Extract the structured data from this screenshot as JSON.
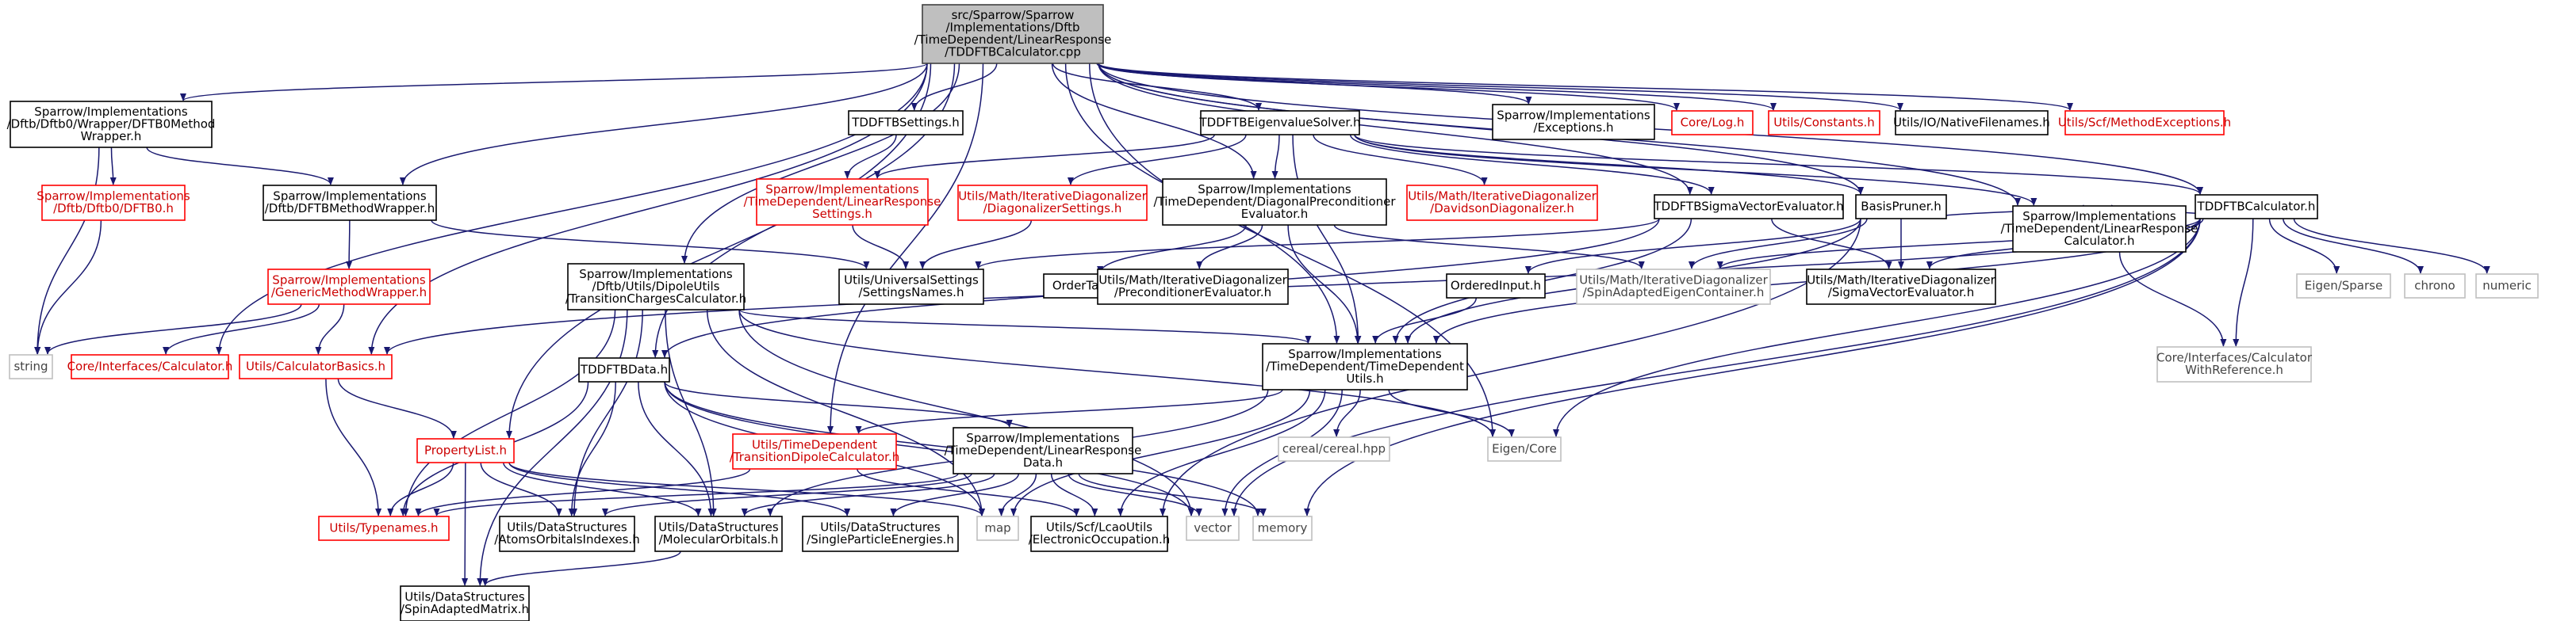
{
  "colors": {
    "edge": "#191970",
    "root_fill": "#bfbfbf",
    "root_border": "#404040",
    "documented_border": "#000000",
    "undocumented_border": "#ff0000",
    "external_border": "#bfbfbf",
    "text_dark": "#000000",
    "text_red": "#cc0000",
    "text_grey": "#444444"
  },
  "nodes": [
    {
      "id": "root",
      "kind": "root",
      "lines": [
        "src/Sparrow/Sparrow",
        "/Implementations/Dftb",
        "/TimeDependent/LinearResponse",
        "/TDDFTBCalculator.cpp"
      ]
    },
    {
      "id": "dftb0wrapper",
      "kind": "documented",
      "lines": [
        "Sparrow/Implementations",
        "/Dftb/Dftb0/Wrapper/DFTB0Method",
        "Wrapper.h"
      ]
    },
    {
      "id": "dftb0",
      "kind": "missing",
      "lines": [
        "Sparrow/Implementations",
        "/Dftb/Dftb0/DFTB0.h"
      ]
    },
    {
      "id": "dftbmethodwrapper",
      "kind": "documented",
      "lines": [
        "Sparrow/Implementations",
        "/Dftb/DFTBMethodWrapper.h"
      ]
    },
    {
      "id": "genericwrapper",
      "kind": "missing",
      "lines": [
        "Sparrow/Implementations",
        "/GenericMethodWrapper.h"
      ]
    },
    {
      "id": "string",
      "kind": "external",
      "lines": [
        "string"
      ]
    },
    {
      "id": "calculator",
      "kind": "missing",
      "lines": [
        "Core/Interfaces/Calculator.h"
      ]
    },
    {
      "id": "calcbasics",
      "kind": "missing",
      "lines": [
        "Utils/CalculatorBasics.h"
      ]
    },
    {
      "id": "propertylist",
      "kind": "missing",
      "lines": [
        "PropertyList.h"
      ]
    },
    {
      "id": "typenames",
      "kind": "missing",
      "lines": [
        "Utils/Typenames.h"
      ]
    },
    {
      "id": "spinmatrix",
      "kind": "documented",
      "lines": [
        "Utils/DataStructures",
        "/SpinAdaptedMatrix.h"
      ]
    },
    {
      "id": "dipoleutils",
      "kind": "documented",
      "lines": [
        "Sparrow/Implementations",
        "/Dftb/Utils/DipoleUtils",
        "/TransitionChargesCalculator.h"
      ]
    },
    {
      "id": "tddftbdata",
      "kind": "documented",
      "lines": [
        "TDDFTBData.h"
      ]
    },
    {
      "id": "atomsorb",
      "kind": "documented",
      "lines": [
        "Utils/DataStructures",
        "/AtomsOrbitalsIndexes.h"
      ]
    },
    {
      "id": "molorb",
      "kind": "documented",
      "lines": [
        "Utils/DataStructures",
        "/MolecularOrbitals.h"
      ]
    },
    {
      "id": "transdipole",
      "kind": "missing",
      "lines": [
        "Utils/TimeDependent",
        "/TransitionDipoleCalculator.h"
      ]
    },
    {
      "id": "lrdata",
      "kind": "documented",
      "lines": [
        "Sparrow/Implementations",
        "/TimeDependent/LinearResponse",
        "Data.h"
      ]
    },
    {
      "id": "singlepart",
      "kind": "documented",
      "lines": [
        "Utils/DataStructures",
        "/SingleParticleEnergies.h"
      ]
    },
    {
      "id": "map",
      "kind": "external",
      "lines": [
        "map"
      ]
    },
    {
      "id": "elecocc",
      "kind": "documented",
      "lines": [
        "Utils/Scf/LcaoUtils",
        "/ElectronicOccupation.h"
      ]
    },
    {
      "id": "vector",
      "kind": "external",
      "lines": [
        "vector"
      ]
    },
    {
      "id": "memory",
      "kind": "external",
      "lines": [
        "memory"
      ]
    },
    {
      "id": "settings",
      "kind": "documented",
      "lines": [
        "TDDFTBSettings.h"
      ]
    },
    {
      "id": "lrsettings",
      "kind": "missing",
      "lines": [
        "Sparrow/Implementations",
        "/TimeDependent/LinearResponse",
        "Settings.h"
      ]
    },
    {
      "id": "univsettings",
      "kind": "documented",
      "lines": [
        "Utils/UniversalSettings",
        "/SettingsNames.h"
      ]
    },
    {
      "id": "eigensolver",
      "kind": "documented",
      "lines": [
        "TDDFTBEigenvalueSolver.h"
      ]
    },
    {
      "id": "diagsettings",
      "kind": "missing",
      "lines": [
        "Utils/Math/IterativeDiagonalizer",
        "/DiagonalizerSettings.h"
      ]
    },
    {
      "id": "diagprec",
      "kind": "documented",
      "lines": [
        "Sparrow/Implementations",
        "/TimeDependent/DiagonalPreconditioner",
        "Evaluator.h"
      ]
    },
    {
      "id": "davidson",
      "kind": "missing",
      "lines": [
        "Utils/Math/IterativeDiagonalizer",
        "/DavidsonDiagonalizer.h"
      ]
    },
    {
      "id": "ordertag",
      "kind": "documented",
      "lines": [
        "OrderTag.h"
      ]
    },
    {
      "id": "precondeval",
      "kind": "documented",
      "lines": [
        "Utils/Math/IterativeDiagonalizer",
        "/PreconditionerEvaluator.h"
      ]
    },
    {
      "id": "tdutils",
      "kind": "documented",
      "lines": [
        "Sparrow/Implementations",
        "/TimeDependent/TimeDependent",
        "Utils.h"
      ]
    },
    {
      "id": "cereal",
      "kind": "external",
      "lines": [
        "cereal/cereal.hpp"
      ]
    },
    {
      "id": "eigencore",
      "kind": "external",
      "lines": [
        "Eigen/Core"
      ]
    },
    {
      "id": "exceptions",
      "kind": "documented",
      "lines": [
        "Sparrow/Implementations",
        "/Exceptions.h"
      ]
    },
    {
      "id": "corelog",
      "kind": "missing",
      "lines": [
        "Core/Log.h"
      ]
    },
    {
      "id": "constants",
      "kind": "missing",
      "lines": [
        "Utils/Constants.h"
      ]
    },
    {
      "id": "nativefiles",
      "kind": "documented",
      "lines": [
        "Utils/IO/NativeFilenames.h"
      ]
    },
    {
      "id": "methodexc",
      "kind": "missing",
      "lines": [
        "Utils/Scf/MethodExceptions.h"
      ]
    },
    {
      "id": "sigmaeval",
      "kind": "documented",
      "lines": [
        "TDDFTBSigmaVectorEvaluator.h"
      ]
    },
    {
      "id": "basispruner",
      "kind": "documented",
      "lines": [
        "BasisPruner.h"
      ]
    },
    {
      "id": "orderedinput",
      "kind": "documented",
      "lines": [
        "OrderedInput.h"
      ]
    },
    {
      "id": "spineigen",
      "kind": "external",
      "lines": [
        "Utils/Math/IterativeDiagonalizer",
        "/SpinAdaptedEigenContainer.h"
      ]
    },
    {
      "id": "sigmavec",
      "kind": "documented",
      "lines": [
        "Utils/Math/IterativeDiagonalizer",
        "/SigmaVectorEvaluator.h"
      ]
    },
    {
      "id": "lrcalc",
      "kind": "documented",
      "lines": [
        "Sparrow/Implementations",
        "/TimeDependent/LinearResponse",
        "Calculator.h"
      ]
    },
    {
      "id": "tddftbcalc",
      "kind": "documented",
      "lines": [
        "TDDFTBCalculator.h"
      ]
    },
    {
      "id": "eigensparse",
      "kind": "external",
      "lines": [
        "Eigen/Sparse"
      ]
    },
    {
      "id": "chrono",
      "kind": "external",
      "lines": [
        "chrono"
      ]
    },
    {
      "id": "numeric",
      "kind": "external",
      "lines": [
        "numeric"
      ]
    },
    {
      "id": "calcwithref",
      "kind": "external",
      "lines": [
        "Core/Interfaces/Calculator",
        "WithReference.h"
      ]
    }
  ],
  "edges": [
    [
      "root",
      "dftb0wrapper"
    ],
    [
      "root",
      "dftbmethodwrapper"
    ],
    [
      "root",
      "calculator"
    ],
    [
      "root",
      "calcbasics"
    ],
    [
      "root",
      "propertylist"
    ],
    [
      "root",
      "dipoleutils"
    ],
    [
      "root",
      "tddftbdata"
    ],
    [
      "root",
      "transdipole"
    ],
    [
      "root",
      "tdutils"
    ],
    [
      "root",
      "settings"
    ],
    [
      "root",
      "eigensolver"
    ],
    [
      "root",
      "diagprec"
    ],
    [
      "root",
      "exceptions"
    ],
    [
      "root",
      "corelog"
    ],
    [
      "root",
      "constants"
    ],
    [
      "root",
      "nativefiles"
    ],
    [
      "root",
      "methodexc"
    ],
    [
      "root",
      "sigmaeval"
    ],
    [
      "root",
      "basispruner"
    ],
    [
      "root",
      "lrcalc"
    ],
    [
      "root",
      "tddftbcalc"
    ],
    [
      "root",
      "eigencore"
    ],
    [
      "dftb0wrapper",
      "dftb0"
    ],
    [
      "dftb0wrapper",
      "dftbmethodwrapper"
    ],
    [
      "dftb0wrapper",
      "string"
    ],
    [
      "dftb0",
      "string"
    ],
    [
      "dftbmethodwrapper",
      "genericwrapper"
    ],
    [
      "dftbmethodwrapper",
      "univsettings"
    ],
    [
      "genericwrapper",
      "calculator"
    ],
    [
      "genericwrapper",
      "calcbasics"
    ],
    [
      "genericwrapper",
      "string"
    ],
    [
      "calcbasics",
      "typenames"
    ],
    [
      "calcbasics",
      "propertylist"
    ],
    [
      "propertylist",
      "typenames"
    ],
    [
      "propertylist",
      "spinmatrix"
    ],
    [
      "propertylist",
      "atomsorb"
    ],
    [
      "propertylist",
      "molorb"
    ],
    [
      "propertylist",
      "map"
    ],
    [
      "propertylist",
      "singlepart"
    ],
    [
      "dipoleutils",
      "typenames"
    ],
    [
      "dipoleutils",
      "spinmatrix"
    ],
    [
      "dipoleutils",
      "atomsorb"
    ],
    [
      "dipoleutils",
      "molorb"
    ],
    [
      "dipoleutils",
      "map"
    ],
    [
      "dipoleutils",
      "tdutils"
    ],
    [
      "dipoleutils",
      "eigencore"
    ],
    [
      "dipoleutils",
      "vector"
    ],
    [
      "tddftbdata",
      "typenames"
    ],
    [
      "tddftbdata",
      "atomsorb"
    ],
    [
      "tddftbdata",
      "molorb"
    ],
    [
      "tddftbdata",
      "lrdata"
    ],
    [
      "tddftbdata",
      "map"
    ],
    [
      "tddftbdata",
      "memory"
    ],
    [
      "tddftbdata",
      "vector"
    ],
    [
      "molorb",
      "spinmatrix"
    ],
    [
      "transdipole",
      "typenames"
    ],
    [
      "transdipole",
      "elecocc"
    ],
    [
      "lrdata",
      "typenames"
    ],
    [
      "lrdata",
      "atomsorb"
    ],
    [
      "lrdata",
      "molorb"
    ],
    [
      "lrdata",
      "singlepart"
    ],
    [
      "lrdata",
      "map"
    ],
    [
      "lrdata",
      "elecocc"
    ],
    [
      "lrdata",
      "vector"
    ],
    [
      "lrdata",
      "memory"
    ],
    [
      "settings",
      "lrsettings"
    ],
    [
      "lrsettings",
      "univsettings"
    ],
    [
      "eigensolver",
      "lrsettings"
    ],
    [
      "eigensolver",
      "diagsettings"
    ],
    [
      "eigensolver",
      "diagprec"
    ],
    [
      "eigensolver",
      "davidson"
    ],
    [
      "eigensolver",
      "sigmaeval"
    ],
    [
      "eigensolver",
      "basispruner"
    ],
    [
      "eigensolver",
      "tddftbcalc"
    ],
    [
      "eigensolver",
      "lrcalc"
    ],
    [
      "eigensolver",
      "tdutils"
    ],
    [
      "diagsettings",
      "univsettings"
    ],
    [
      "diagprec",
      "ordertag"
    ],
    [
      "diagprec",
      "precondeval"
    ],
    [
      "diagprec",
      "tdutils"
    ],
    [
      "diagprec",
      "spineigen"
    ],
    [
      "tdutils",
      "transdipole"
    ],
    [
      "tdutils",
      "cereal"
    ],
    [
      "tdutils",
      "eigencore"
    ],
    [
      "tdutils",
      "molorb"
    ],
    [
      "tdutils",
      "elecocc"
    ],
    [
      "tdutils",
      "vector"
    ],
    [
      "tdutils",
      "map"
    ],
    [
      "sigmaeval",
      "tddftbdata"
    ],
    [
      "sigmaeval",
      "sigmavec"
    ],
    [
      "sigmaeval",
      "tdutils"
    ],
    [
      "sigmaeval",
      "univsettings"
    ],
    [
      "basispruner",
      "orderedinput"
    ],
    [
      "basispruner",
      "spineigen"
    ],
    [
      "basispruner",
      "sigmavec"
    ],
    [
      "basispruner",
      "tdutils"
    ],
    [
      "basispruner",
      "lrcalc"
    ],
    [
      "basispruner",
      "elecocc"
    ],
    [
      "orderedinput",
      "tdutils"
    ],
    [
      "lrcalc",
      "calcwithref"
    ],
    [
      "tddftbcalc",
      "lrcalc"
    ],
    [
      "tddftbcalc",
      "sigmavec"
    ],
    [
      "tddftbcalc",
      "spineigen"
    ],
    [
      "tddftbcalc",
      "tdutils"
    ],
    [
      "tddftbcalc",
      "calcbasics"
    ],
    [
      "tddftbcalc",
      "eigensparse"
    ],
    [
      "tddftbcalc",
      "chrono"
    ],
    [
      "tddftbcalc",
      "numeric"
    ],
    [
      "tddftbcalc",
      "calcwithref"
    ],
    [
      "tddftbcalc",
      "eigencore"
    ],
    [
      "tddftbcalc",
      "memory"
    ],
    [
      "tddftbcalc",
      "vector"
    ]
  ]
}
